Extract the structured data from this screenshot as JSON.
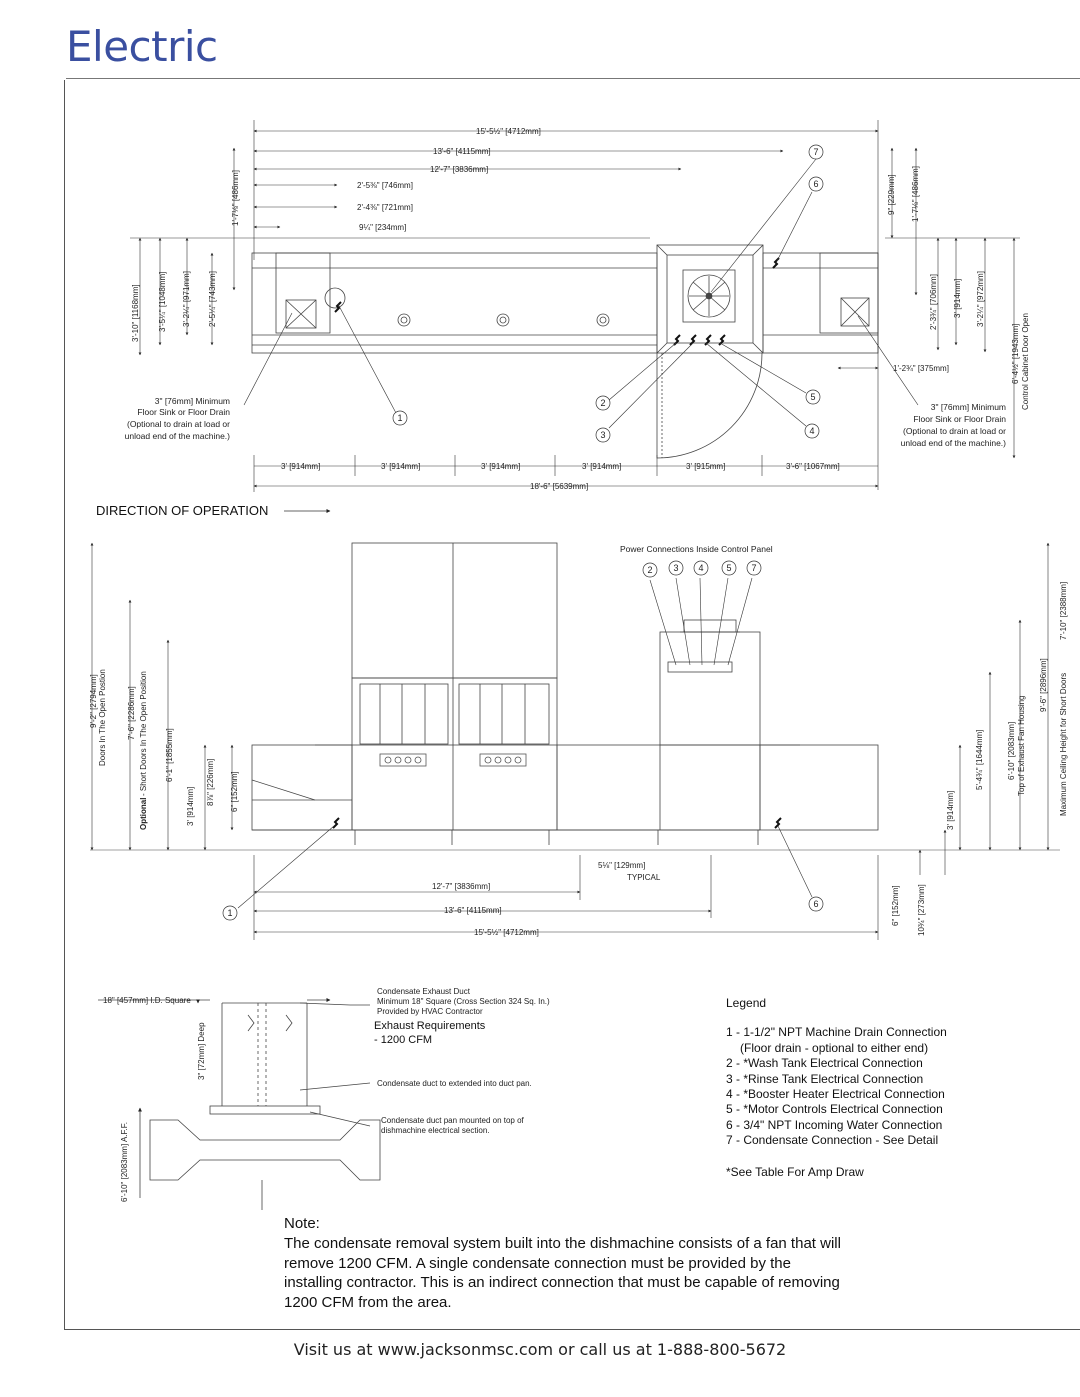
{
  "title": "Electric",
  "direction_label": "DIRECTION OF OPERATION",
  "plan": {
    "top_dims": [
      "15'-5½\" [4712mm]",
      "13'-6\" [4115mm]",
      "12'-7\" [3836mm]",
      "2'-5⅜\" [746mm]",
      "2'-4⅜\" [721mm]",
      "9¼\" [234mm]"
    ],
    "left_dims": [
      "1'-7⅛\" [486mm]",
      "3'-10\" [1168mm]",
      "3'-5¼\" [1048mm]",
      "3'-2¼\" [971mm]",
      "2'-5¼\" [743mm]"
    ],
    "right_dims": [
      "9\" [229mm]",
      "1'-7⅛\" [486mm]",
      "2'-3¾\" [706mm]",
      "3' [914mm]",
      "3'-2¼\" [972mm]",
      "6'-4½\" [1943mm]",
      "1'-2¾\" [375mm]"
    ],
    "right_vertical_label": "Control Cabinet Door Open",
    "bottom_dims": [
      "3' [914mm]",
      "3' [914mm]",
      "3' [914mm]",
      "3' [914mm]",
      "3' [915mm]",
      "3'-6\" [1067mm]"
    ],
    "overall_dim": "18'-6\" [5639mm]",
    "drain_note_left": [
      "3\" [76mm] Minimum",
      "Floor Sink or Floor Drain",
      "(Optional to drain at load or",
      "unload end of the machine.)"
    ],
    "drain_note_right": [
      "3\" [76mm] Minimum",
      "Floor Sink or Floor Drain",
      "(Optional to drain at load or",
      "unload end of the machine.)"
    ],
    "callouts": [
      "7",
      "6",
      "1",
      "2",
      "3",
      "5",
      "4"
    ]
  },
  "elevation": {
    "power_label": "Power Connections Inside Control Panel",
    "power_callouts": [
      "2",
      "3",
      "4",
      "5",
      "7"
    ],
    "left_dims": [
      "9'-2\" [2794mm]",
      "Doors In The Open Postion",
      "7'-6\" [2286mm]",
      "Optional",
      " - Short Doors In The Open Position",
      "6'-1\" [1855mm]",
      "3' [914mm]",
      "8⅞\" [226mm]",
      "6\" [152mm]"
    ],
    "right_dims": [
      "3' [914mm]",
      "5'-4¾\" [1644mm]",
      "6'-10\" [2083mm]",
      "Top of Exhaust Fan Housing",
      "9'-6\" [2896mm]",
      "Maximum Ceiling Height for Short Doors",
      "7'-10\" [2388mm]",
      "6\" [152mm]",
      "10¾\" [273mm]"
    ],
    "bottom_dims": [
      "5⅛\" [129mm]",
      "TYPICAL",
      "12'-7\" [3836mm]",
      "13'-6\" [4115mm]",
      "15'-5½\" [4712mm]"
    ],
    "callouts": [
      "1",
      "6"
    ]
  },
  "duct": {
    "square_label": "18\" [457mm] I.D. Square",
    "depth_label": "3\" [72mm] Deep",
    "aff_label": "6'-10\" [2083mm] A.F.F.",
    "notes": [
      "Condensate Exhaust Duct",
      "Minimum 18\" Square (Cross Section  324 Sq. In.)",
      "Provided by HVAC Contractor",
      "Condensate duct to extended into duct pan.",
      "Condensate duct pan mounted on top of",
      "dishmachine electrical section."
    ],
    "exhaust_title": "Exhaust Requirements",
    "exhaust_value": "- 1200 CFM"
  },
  "legend": {
    "title": "Legend",
    "items": [
      "1 - 1-1/2\" NPT Machine Drain Connection",
      "(Floor drain - optional to either end)",
      "2 - *Wash Tank Electrical Connection",
      "3 - *Rinse Tank Electrical Connection",
      "4 - *Booster Heater Electrical Connection",
      "5 - *Motor Controls Electrical Connection",
      "6 - 3/4\" NPT Incoming Water Connection",
      "7 - Condensate Connection - See Detail"
    ],
    "footnote": "*See Table For Amp Draw"
  },
  "note": {
    "title": "Note:",
    "body": "The condensate removal system built into the dishmachine consists of a fan that will remove 1200 CFM. A single condensate connection must be provided by the installing contractor. This is an indirect connection that must be capable of removing 1200 CFM from the area."
  },
  "footer": "Visit us at www.jacksonmsc.com or call us at 1-888-800-5672"
}
